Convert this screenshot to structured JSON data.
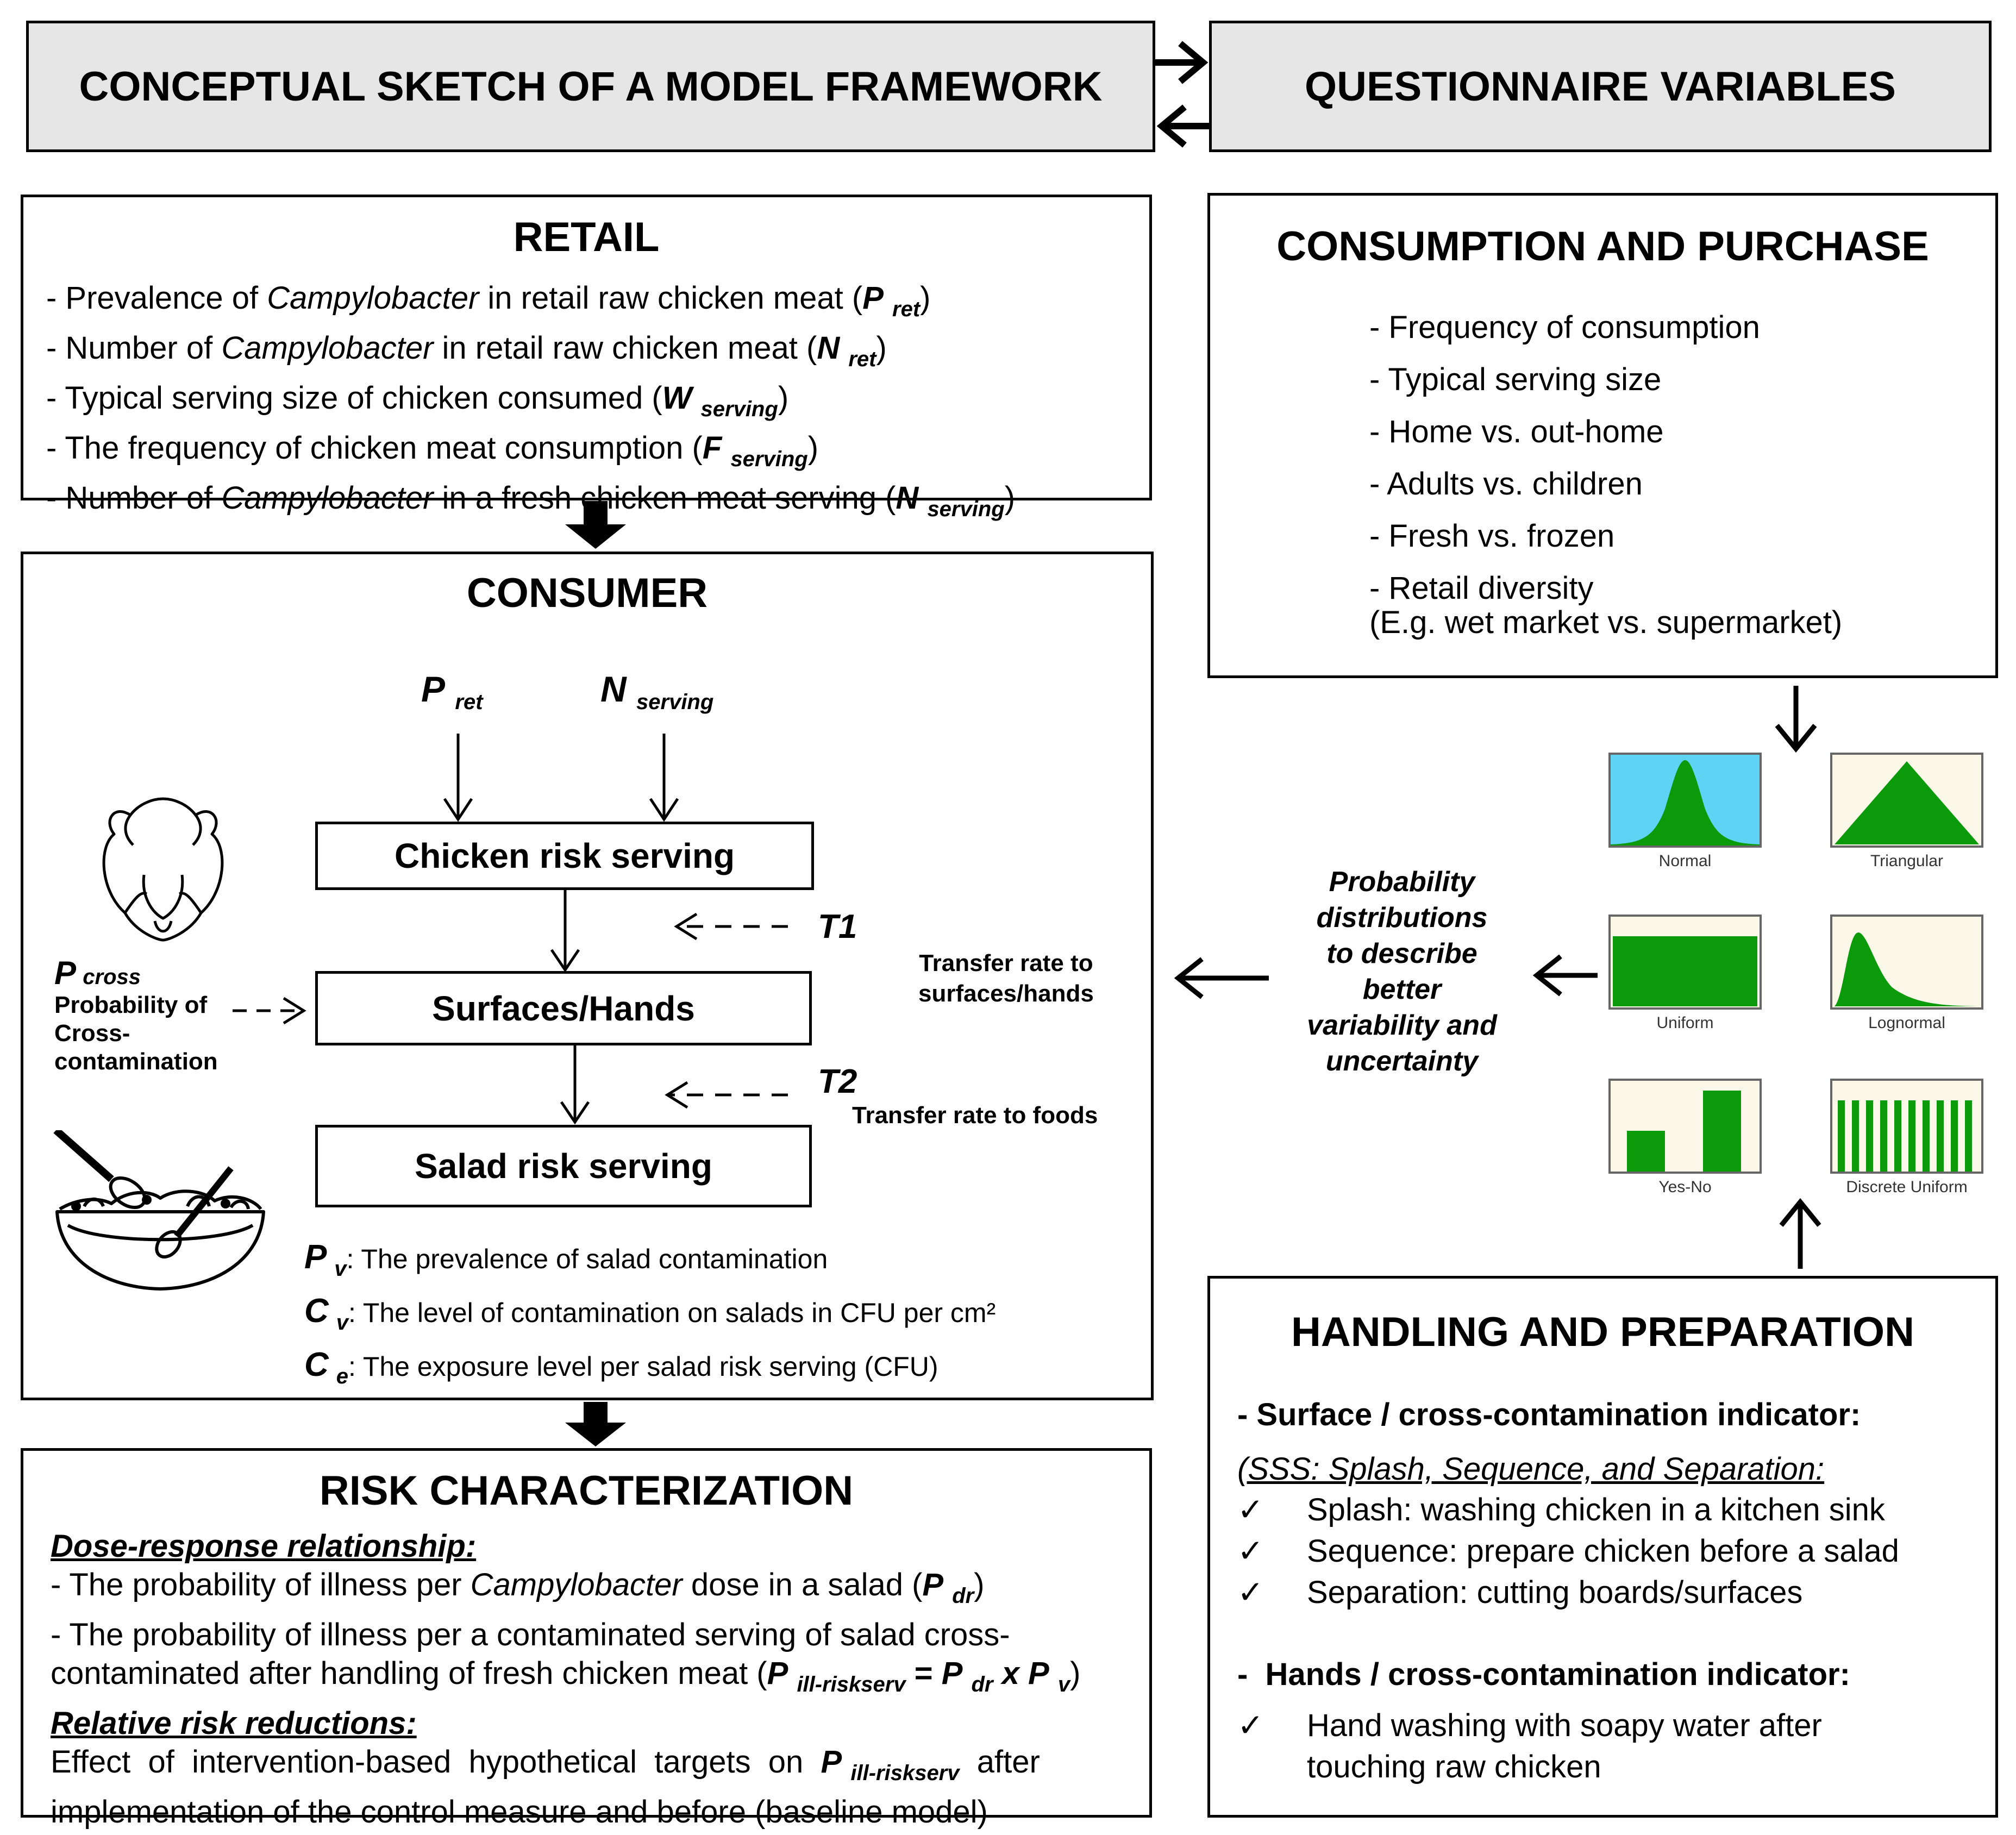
{
  "header": {
    "left_title": "CONCEPTUAL SKETCH OF A MODEL FRAMEWORK",
    "right_title": "QUESTIONNAIRE VARIABLES"
  },
  "retail": {
    "title": "RETAIL",
    "items": [
      {
        "pre": "- Prevalence of ",
        "italic": "Campylobacter",
        "post": " in retail raw chicken meat (",
        "sym": "P",
        "sub": "ret",
        "end": ")"
      },
      {
        "pre": "- Number of ",
        "italic": "Campylobacter",
        "post": " in retail raw chicken meat (",
        "sym": "N",
        "sub": "ret",
        "end": ")"
      },
      {
        "pre": "- Typical serving size of chicken consumed (",
        "italic": "",
        "post": "",
        "sym": "W",
        "sub": "serving",
        "end": ")"
      },
      {
        "pre": "- The frequency of chicken meat consumption (",
        "italic": "",
        "post": "",
        "sym": "F",
        "sub": "serving",
        "end": ")"
      },
      {
        "pre": "- Number of ",
        "italic": "Campylobacter",
        "post": " in a fresh chicken meat serving (",
        "sym": "N",
        "sub": "serving",
        "end": ")"
      }
    ]
  },
  "consumer": {
    "title": "CONSUMER",
    "input1_sym": "P",
    "input1_sub": "ret",
    "input2_sym": "N",
    "input2_sub": "serving",
    "chicken_box": "Chicken risk serving",
    "surfaces_box": "Surfaces/Hands",
    "salad_box": "Salad risk serving",
    "t1": "T1",
    "t1_note_1": "Transfer rate to",
    "t1_note_2": "surfaces/hands",
    "t2": "T2",
    "t2_note": "Transfer rate to foods",
    "pcross_sym": "P",
    "pcross_sub": "cross",
    "pcross_l1": "Probability of",
    "pcross_l2": "Cross-",
    "pcross_l3": "contamination",
    "defs": [
      {
        "sym": "P",
        "sub": "v",
        "text": ": The prevalence of salad contamination"
      },
      {
        "sym": "C",
        "sub": "v",
        "text": ": The level of contamination on salads in CFU per cm²"
      },
      {
        "sym": "C",
        "sub": "e",
        "text": ": The exposure level per salad risk serving (CFU)"
      }
    ]
  },
  "risk": {
    "title": "RISK CHARACTERIZATION",
    "dose_heading": "Dose-response relationship:",
    "dose_1_pre": "- The probability of illness per ",
    "dose_1_italic": "Campylobacter",
    "dose_1_post": " dose in a salad (",
    "dose_1_sym": "P",
    "dose_1_sub": "dr",
    "dose_1_end": ")",
    "dose_2_line1": "- The probability of illness per a contaminated serving of salad cross-",
    "dose_2_line2_pre": "contaminated after handling of fresh chicken meat (",
    "dose_2_sym1": "P",
    "dose_2_sub1": "ill-riskserv",
    "dose_2_eq": " = ",
    "dose_2_sym2": "P",
    "dose_2_sub2": "dr",
    "dose_2_x": " x ",
    "dose_2_sym3": "P",
    "dose_2_sub3": "v",
    "dose_2_end": ")",
    "rel_heading": "Relative risk reductions:",
    "rel_line1_pre": "Effect  of  intervention-based  hypothetical  targets  on  ",
    "rel_sym": "P",
    "rel_sub": "ill-riskserv",
    "rel_line1_post": "  after",
    "rel_line2": "implementation of the control measure and before (baseline model)"
  },
  "consumption": {
    "title": "CONSUMPTION AND PURCHASE",
    "items": [
      "- Frequency of consumption",
      "- Typical serving size",
      "- Home vs. out-home",
      "- Adults vs. children",
      "- Fresh vs. frozen",
      "- Retail diversity"
    ],
    "example": "(E.g. wet market vs. supermarket)"
  },
  "distributions": {
    "caption_1": "Probability",
    "caption_2": "distributions",
    "caption_3": "to describe",
    "caption_4": "better",
    "caption_5": "variability and",
    "caption_6": "uncertainty",
    "labels": [
      "Normal",
      "Triangular",
      "Uniform",
      "Lognormal",
      "Yes-No",
      "Discrete Uniform"
    ],
    "fill_color": "#0a9a0a",
    "normal_bg": "#5fd3f3"
  },
  "handling": {
    "title": "HANDLING AND PREPARATION",
    "surface_heading": "- Surface / cross-contamination indicator:",
    "sss_line": "(SSS: Splash, Sequence, and Separation:",
    "checks": [
      "Splash: washing chicken in a kitchen sink",
      "Sequence: prepare chicken before a salad",
      "Separation: cutting boards/surfaces"
    ],
    "hands_heading": "-  Hands / cross-contamination indicator:",
    "hands_check_1": "Hand washing with soapy water after",
    "hands_check_2": "touching raw chicken",
    "check_mark": "✓"
  }
}
